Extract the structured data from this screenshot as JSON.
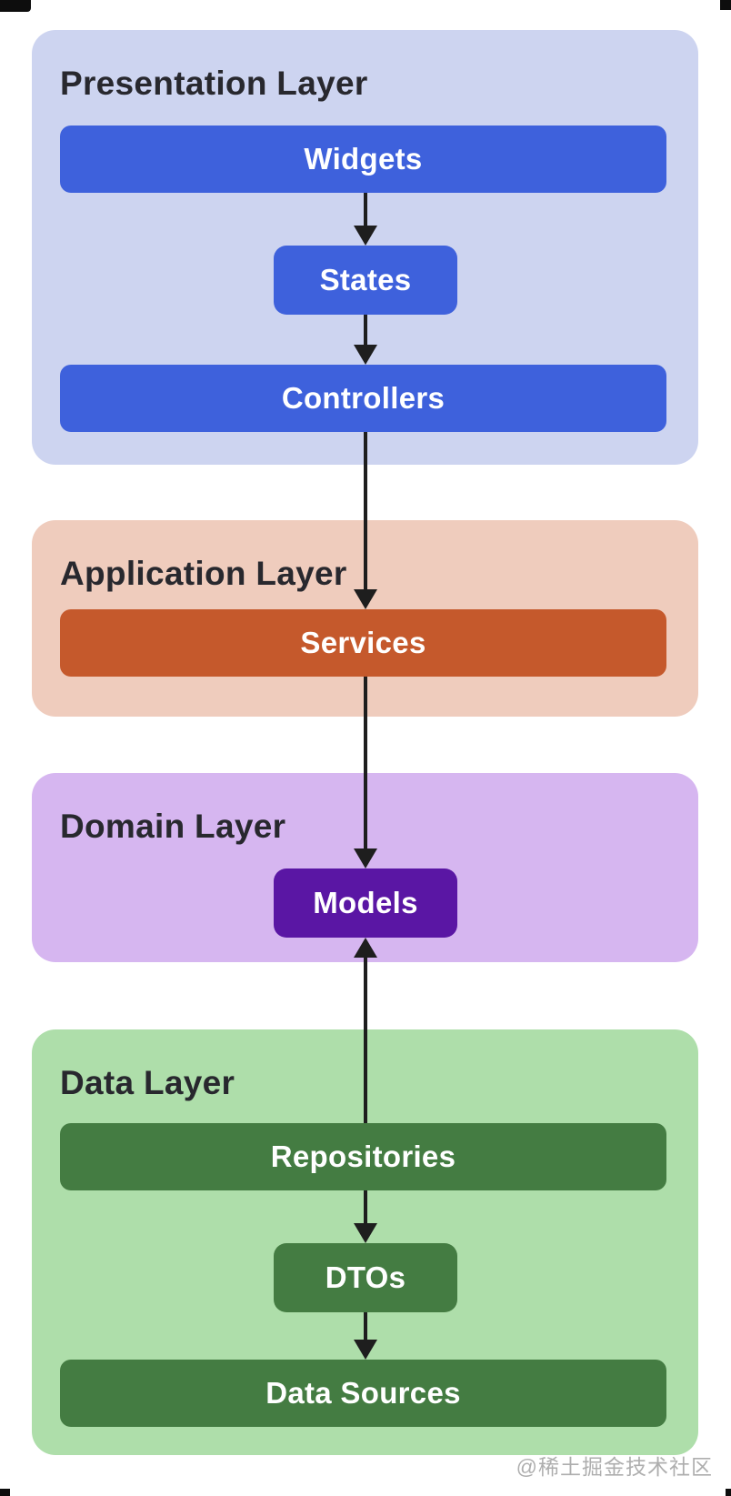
{
  "diagram": {
    "type": "layered-architecture-flow",
    "layers": [
      {
        "id": "presentation",
        "title": "Presentation Layer",
        "panel_color": "#CDD4F0",
        "box_color": "#3E61DC",
        "boxes": [
          {
            "label": "Widgets"
          },
          {
            "label": "States"
          },
          {
            "label": "Controllers"
          }
        ]
      },
      {
        "id": "application",
        "title": "Application Layer",
        "panel_color": "#EFCCBD",
        "box_color": "#C5592C",
        "boxes": [
          {
            "label": "Services"
          }
        ]
      },
      {
        "id": "domain",
        "title": "Domain Layer",
        "panel_color": "#D6B6F0",
        "box_color": "#5A16A4",
        "boxes": [
          {
            "label": "Models"
          }
        ]
      },
      {
        "id": "data",
        "title": "Data Layer",
        "panel_color": "#AEDEAA",
        "box_color": "#447C42",
        "boxes": [
          {
            "label": "Repositories"
          },
          {
            "label": "DTOs"
          },
          {
            "label": "Data Sources"
          }
        ]
      }
    ],
    "arrows": [
      {
        "from": "Widgets",
        "to": "States",
        "direction": "down"
      },
      {
        "from": "States",
        "to": "Controllers",
        "direction": "down"
      },
      {
        "from": "Controllers",
        "to": "Services",
        "direction": "down"
      },
      {
        "from": "Services",
        "to": "Models",
        "direction": "down"
      },
      {
        "from": "Repositories",
        "to": "Models",
        "direction": "up"
      },
      {
        "from": "Repositories",
        "to": "DTOs",
        "direction": "down"
      },
      {
        "from": "DTOs",
        "to": "Data Sources",
        "direction": "down"
      }
    ],
    "arrow_color": "#1e1e1e",
    "title_color": "#28282e",
    "box_text_color": "#ffffff"
  },
  "watermark": {
    "text": "@稀土掘金技术社区",
    "color": "#9b9b9b"
  }
}
